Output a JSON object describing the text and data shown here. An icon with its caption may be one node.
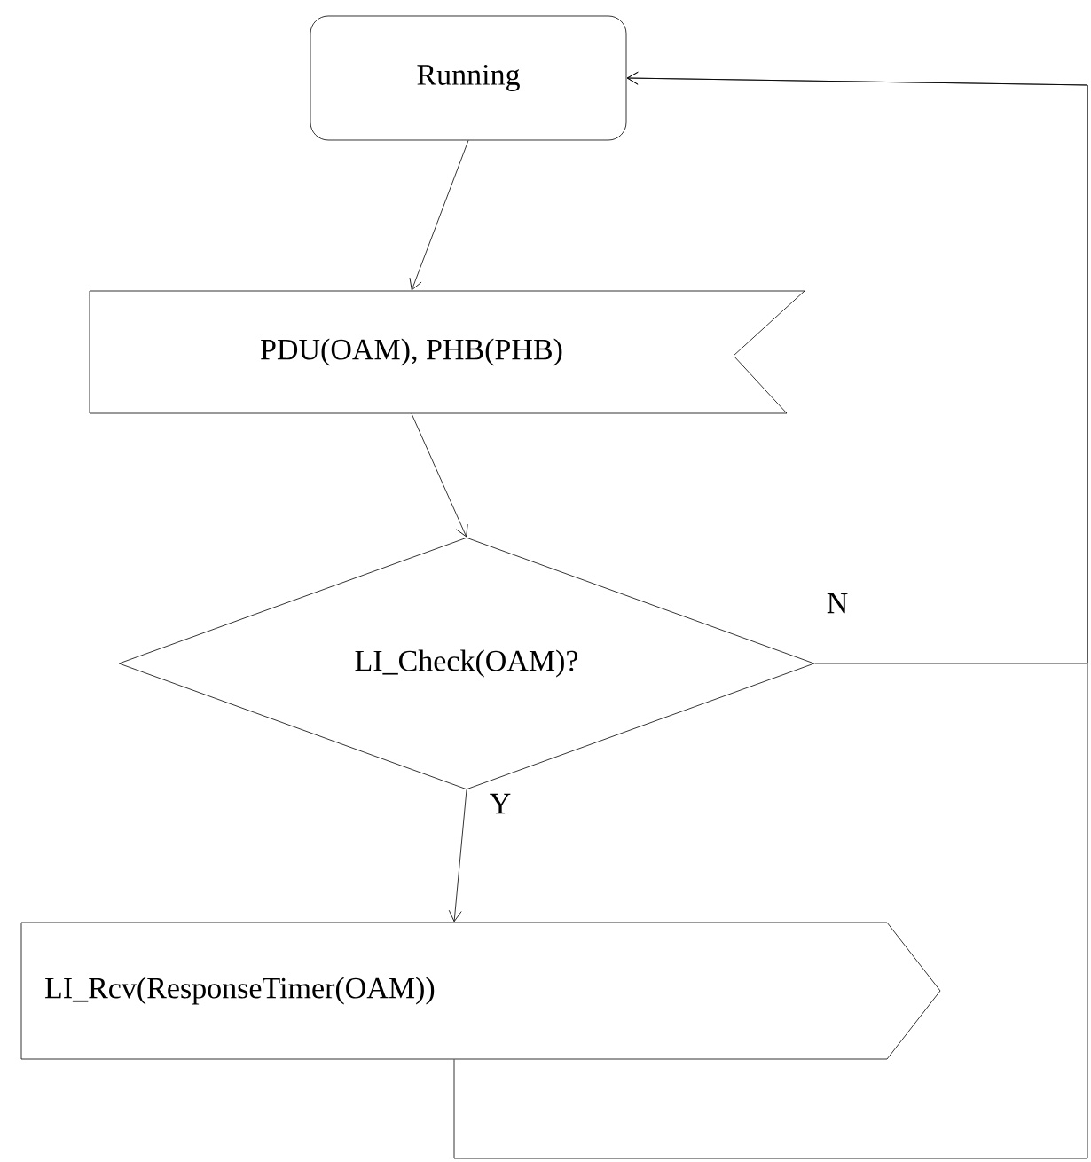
{
  "diagram": {
    "nodes": [
      {
        "text": [
          "Running"
        ]
      },
      {
        "text": [
          "PDU(OAM), PHB(PHB)"
        ]
      },
      {
        "text": [
          "LI_Check(OAM)?"
        ]
      },
      {
        "text": [
          "LI_Rcv(ResponseTimer(OAM))"
        ]
      }
    ],
    "edges": [
      {
        "from": 0,
        "to": 1,
        "arrow": "to"
      },
      {
        "from": 1,
        "to": 2,
        "arrow": "to"
      },
      {
        "from": 2,
        "to": 3,
        "arrow": "to",
        "label": "Y"
      },
      {
        "from": 2,
        "to": 0,
        "arrow": "to",
        "label": "N"
      },
      {
        "from": 3,
        "to": 0,
        "arrow": "to"
      }
    ]
  }
}
